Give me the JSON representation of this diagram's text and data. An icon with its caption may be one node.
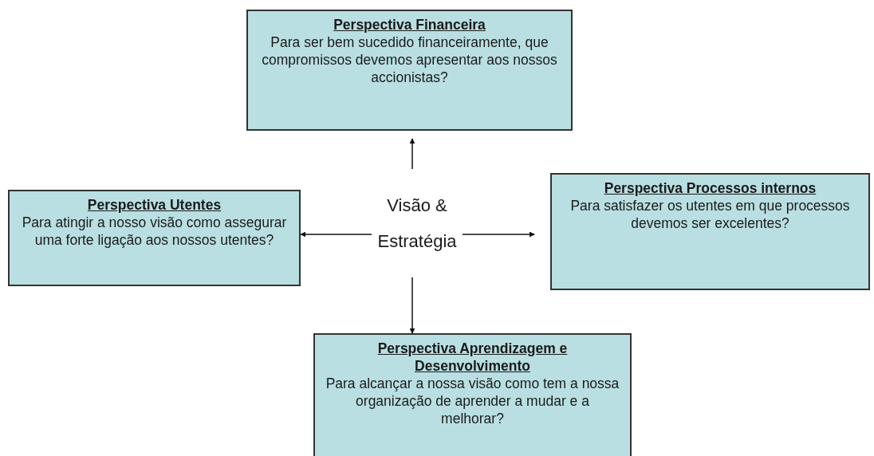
{
  "diagram": {
    "nodes": [
      {
        "text": [
          "Perspectiva Financeira",
          "Para ser bem sucedido financeiramente, que compromissos devemos  apresentar aos nossos accionistas?"
        ]
      },
      {
        "text": [
          "Perspectiva Utentes",
          "Para atingir a nosso visão como assegurar uma forte ligação aos nossos utentes?"
        ]
      },
      {
        "text": [
          "Visão & Estratégia"
        ]
      },
      {
        "text": [
          "Perspectiva Processos internos",
          "Para satisfazer os utentes em que processos devemos ser excelentes?"
        ]
      },
      {
        "text": [
          "Perspectiva Aprendizagem e Desenvolvimento",
          "Para alcançar a nossa visão como tem a nossa organização de aprender a mudar e a melhorar?"
        ]
      }
    ],
    "edges": [
      {
        "from": 2,
        "to": 0,
        "arrow": "to"
      },
      {
        "from": 2,
        "to": 1,
        "arrow": "to"
      },
      {
        "from": 2,
        "to": 3,
        "arrow": "to"
      },
      {
        "from": 2,
        "to": 4,
        "arrow": "to"
      }
    ]
  }
}
